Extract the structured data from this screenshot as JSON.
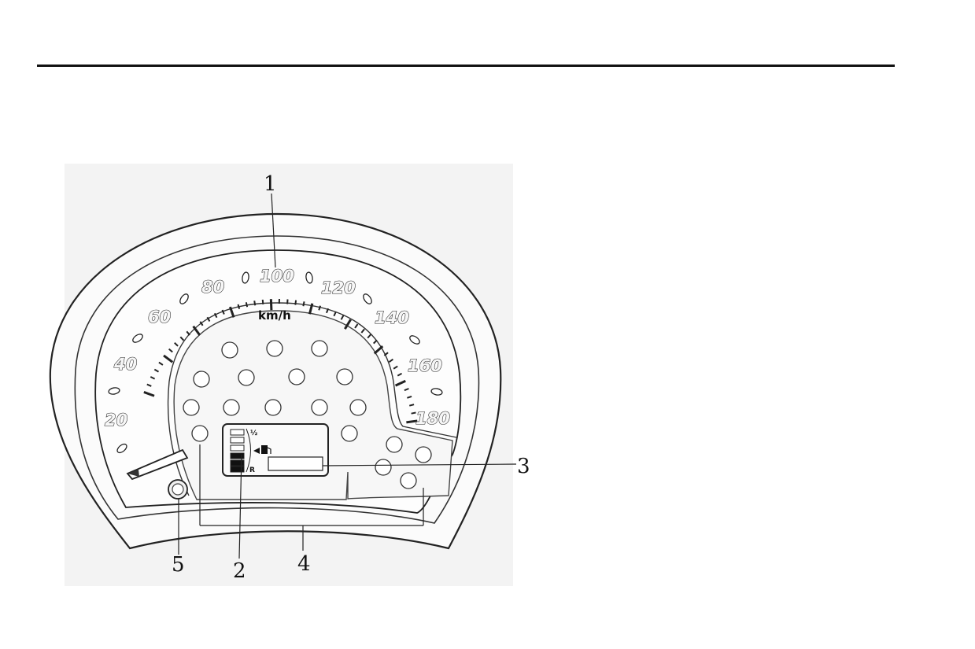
{
  "gauge": {
    "unit": "km/h",
    "speed_labels": [
      "20",
      "40",
      "60",
      "80",
      "100",
      "120",
      "140",
      "160",
      "180"
    ]
  },
  "display": {
    "half_mark": "½",
    "reverse_mark": "R"
  },
  "callouts": [
    "1",
    "2",
    "3",
    "4",
    "5"
  ]
}
